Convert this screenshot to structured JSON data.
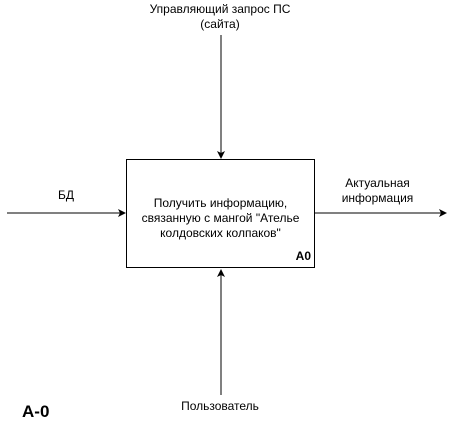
{
  "diagram": {
    "diagram_id": "A-0",
    "function_box": {
      "text_lines": [
        "Получить информацию,",
        "связанную с мангой \"Ателье",
        "колдовских колпаков\""
      ],
      "code": "A0"
    },
    "control": {
      "lines": [
        "Управляющий запрос ПС",
        "(сайта)"
      ]
    },
    "input": {
      "label": "БД"
    },
    "output": {
      "lines": [
        "Актуальная",
        "информация"
      ]
    },
    "mechanism": {
      "label": "Пользователь"
    }
  }
}
